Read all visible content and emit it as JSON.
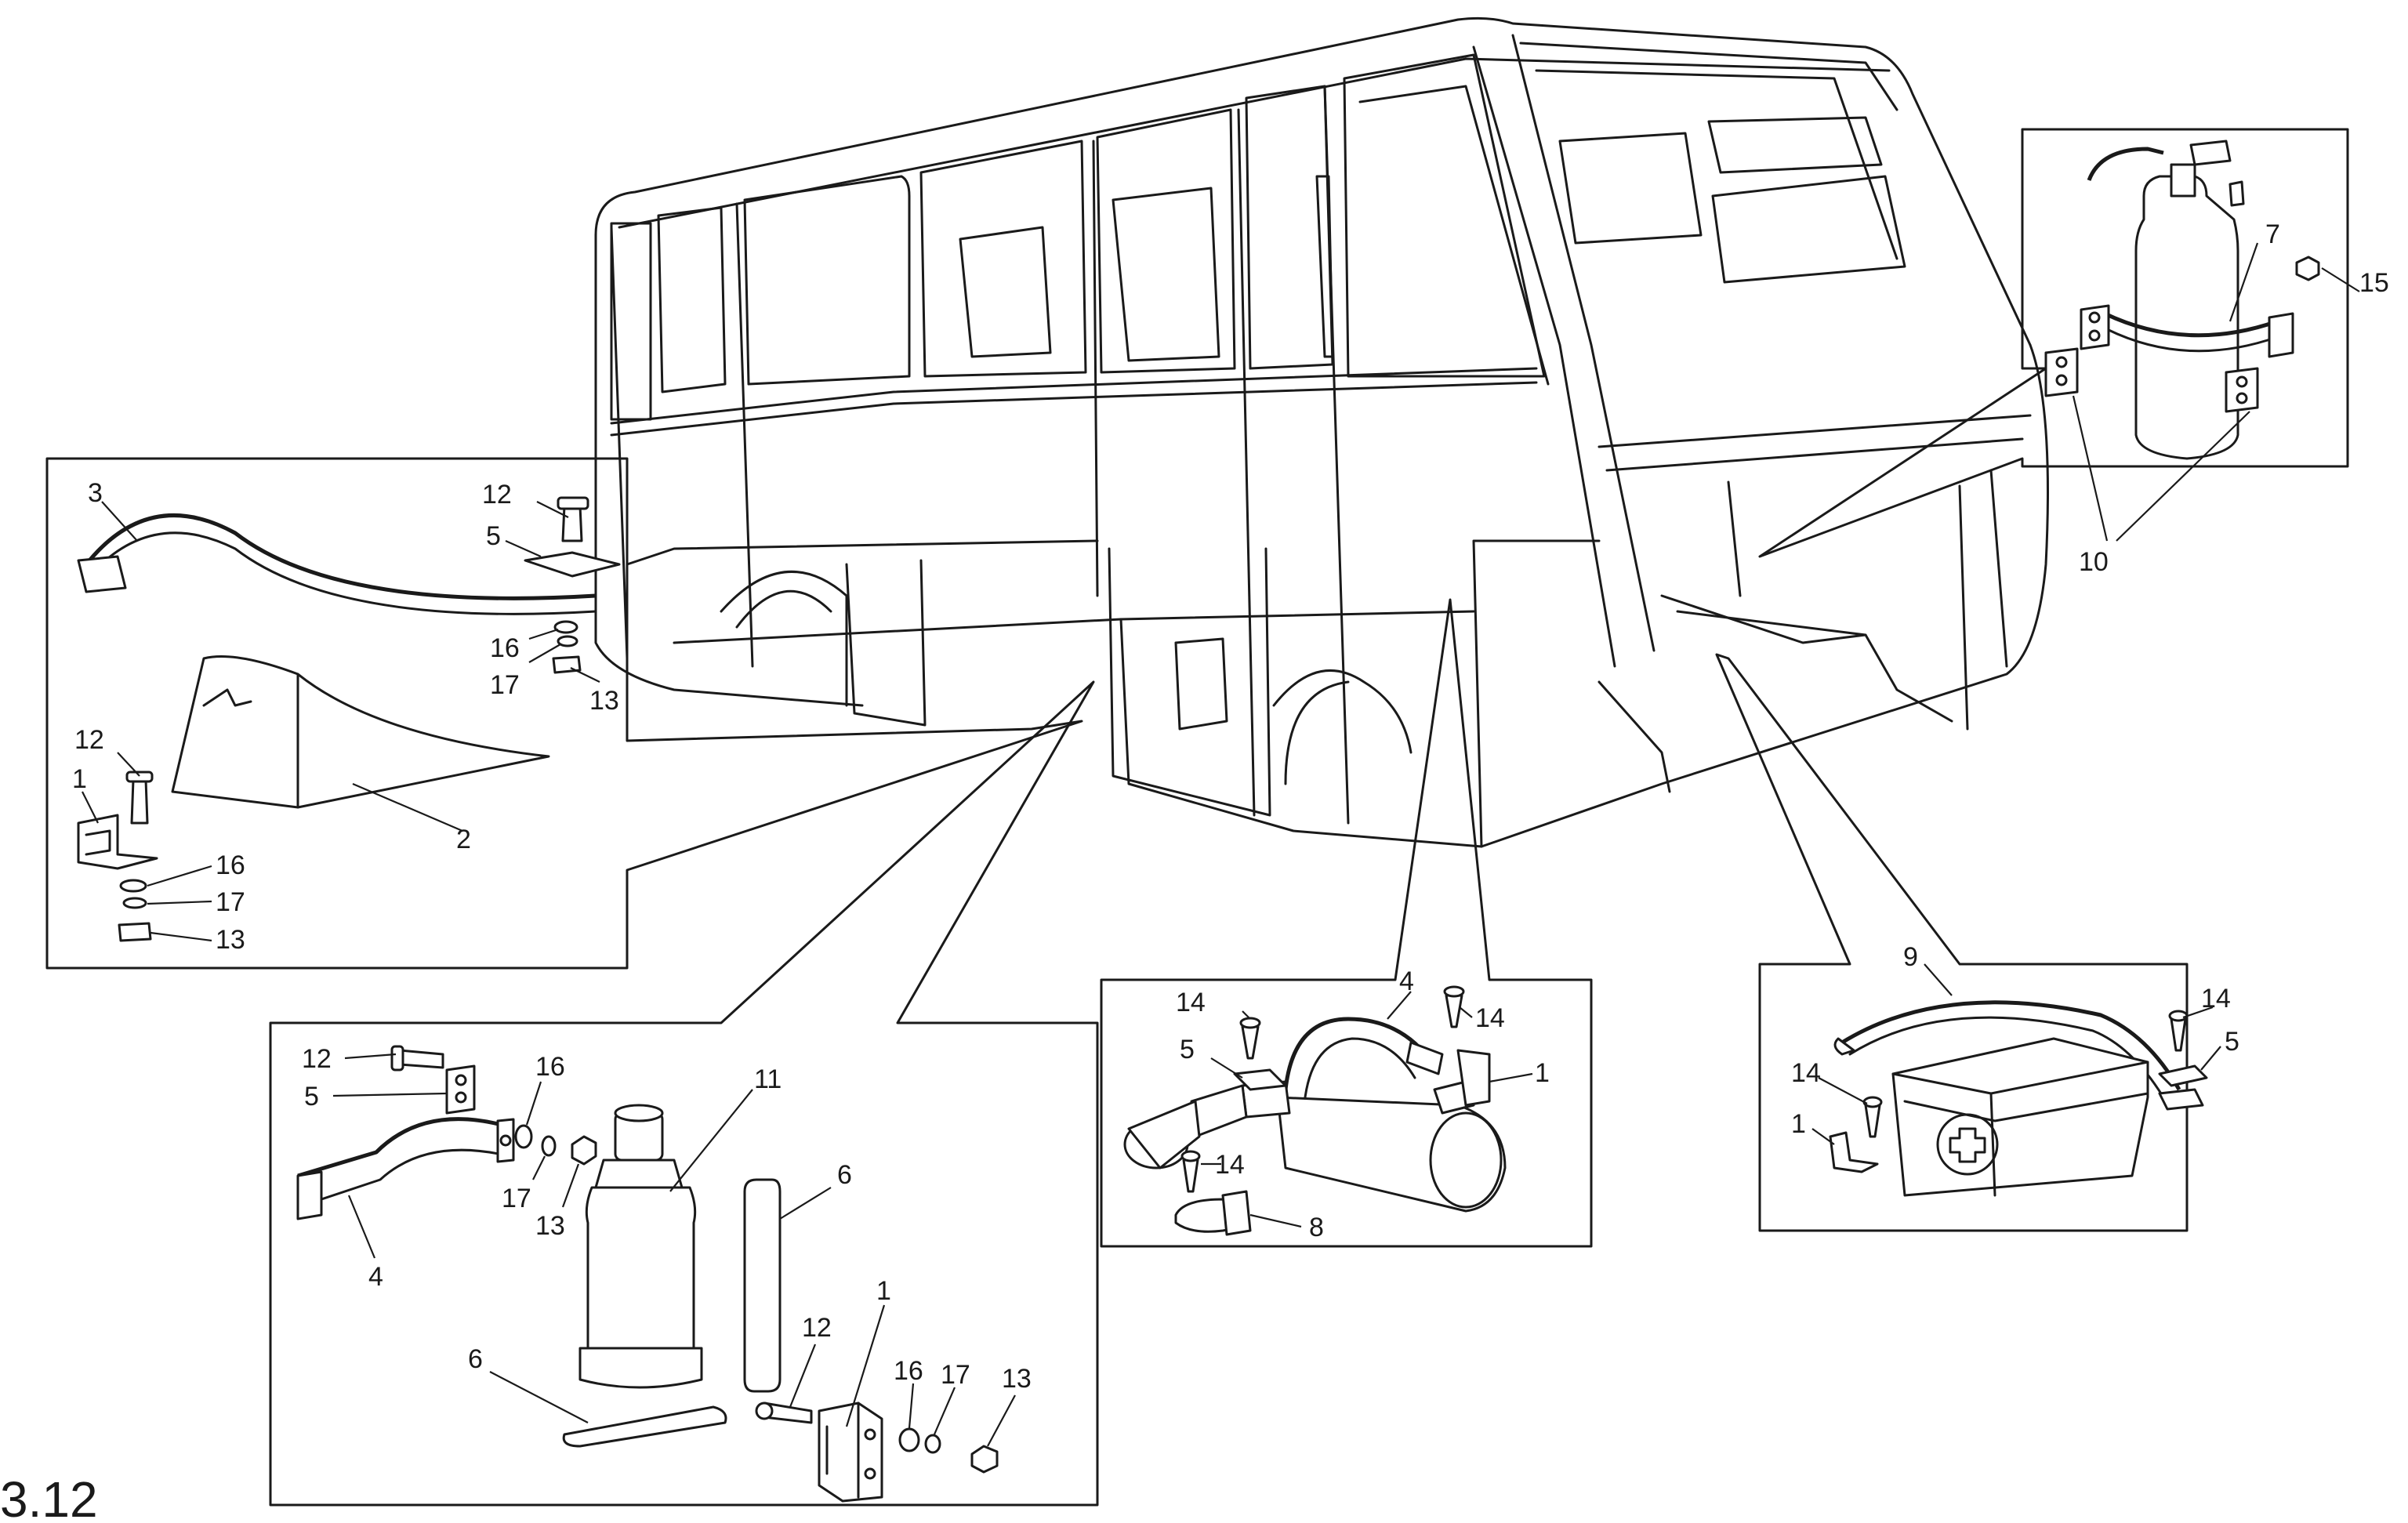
{
  "figure_number": "3.12",
  "callouts": {
    "a_3": "3",
    "a_12": "12",
    "a_5": "5",
    "a_16": "16",
    "a_17": "17",
    "a_13": "13",
    "a_12b": "12",
    "a_1": "1",
    "a_2": "2",
    "a_16b": "16",
    "a_17b": "17",
    "a_13b": "13",
    "b_12": "12",
    "b_5": "5",
    "b_16": "16",
    "b_11": "11",
    "b_17": "17",
    "b_13": "13",
    "b_4": "4",
    "b_6": "6",
    "b_6b": "6",
    "b_12b": "12",
    "b_1": "1",
    "b_16b": "16",
    "b_17b": "17",
    "b_13b": "13",
    "c_4": "4",
    "c_14": "14",
    "c_14b": "14",
    "c_5": "5",
    "c_1": "1",
    "c_14c": "14",
    "c_8": "8",
    "d_9": "9",
    "d_14": "14",
    "d_5": "5",
    "d_14b": "14",
    "d_1": "1",
    "e_7": "7",
    "e_15": "15",
    "e_10": "10"
  }
}
